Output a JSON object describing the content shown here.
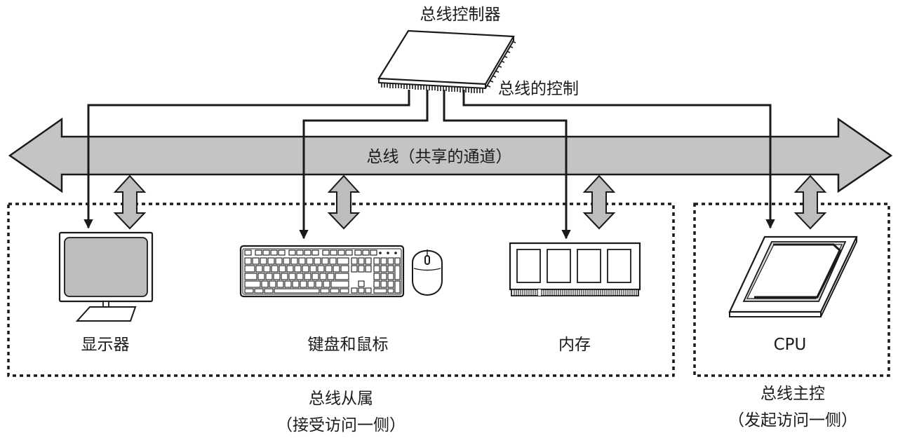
{
  "labels": {
    "bus_controller": "总线控制器",
    "bus_control": "总线的控制",
    "bus": "总线（共享的通道）",
    "display": "显示器",
    "keyboard_mouse": "键盘和鼠标",
    "memory": "内存",
    "cpu": "CPU",
    "slave_title": "总线从属",
    "slave_sub": "（接受访问一侧）",
    "master_title": "总线主控",
    "master_sub": "（发起访问一侧）"
  },
  "colors": {
    "bus_fill": "#c4c4c4",
    "device_fill": "#bdbdbd",
    "line": "#1a1a1a",
    "background": "#ffffff"
  }
}
